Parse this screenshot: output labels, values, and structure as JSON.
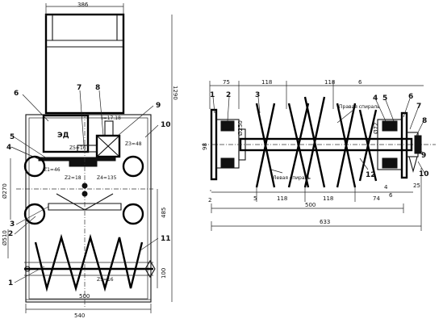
{
  "left_view": {
    "dimensions": {
      "top_width": "386",
      "overall_height": "1290",
      "diameter": "Ø270",
      "span_485": "485",
      "height_100": "100",
      "bottom_500": "500",
      "bottom_540": "540",
      "side_510": "Ø510"
    },
    "labels": {
      "motor": "ЭД",
      "ratio_main": "i=17.18",
      "teeth_1": "Z1=46",
      "teeth_2": "Z2=18",
      "teeth_3": "Z3=48",
      "teeth_4": "Z4=135",
      "teeth_5": "Z5=16"
    },
    "callouts": [
      "1",
      "2",
      "3",
      "4",
      "5",
      "6",
      "7",
      "8",
      "9",
      "10",
      "11"
    ]
  },
  "right_view": {
    "dimensions": {
      "d_75_top": "75",
      "d_118_top": "118",
      "d_118_top2": "118",
      "d_6_top": "6",
      "d_250": "Ø250",
      "d_98": "98",
      "d_72": "Ø72",
      "d_5": "5",
      "d_118_bot1": "118",
      "d_118_bot2": "118",
      "d_74": "74",
      "d_25": "25",
      "d_2": "2",
      "d_500": "500",
      "d_633": "633",
      "d_4": "4",
      "d_6": "6"
    },
    "notes": {
      "blade_right": "Правая спираль",
      "blade_left": "Левая спираль"
    },
    "callouts": [
      "1",
      "2",
      "3",
      "4",
      "5",
      "6",
      "7",
      "8",
      "9",
      "10",
      "12"
    ]
  }
}
